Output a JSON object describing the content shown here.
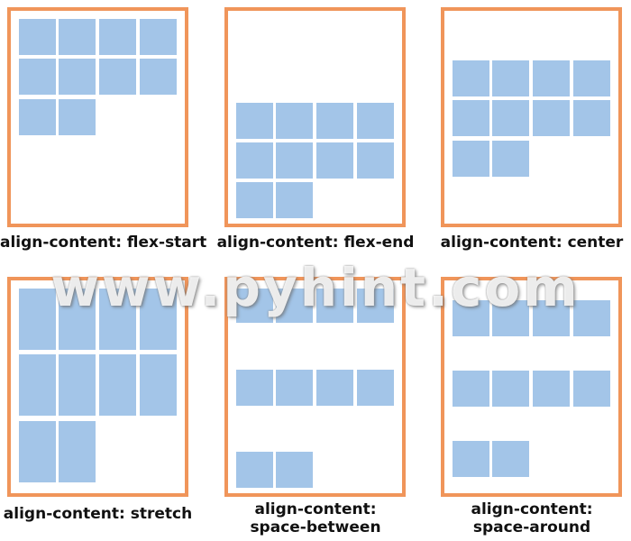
{
  "colors": {
    "border": "#f0955a",
    "cell": "#a3c5e8",
    "text": "#111111"
  },
  "watermark": "www.pyhint.com",
  "panels": [
    {
      "id": "flex-start",
      "caption": [
        "align-content: flex-start"
      ]
    },
    {
      "id": "flex-end",
      "caption": [
        "align-content: flex-end"
      ]
    },
    {
      "id": "center",
      "caption": [
        "align-content: center"
      ]
    },
    {
      "id": "stretch",
      "caption": [
        "align-content: stretch"
      ]
    },
    {
      "id": "space-between",
      "caption": [
        "align-content:",
        "space-between"
      ]
    },
    {
      "id": "space-around",
      "caption": [
        "align-content:",
        "space-around"
      ]
    }
  ]
}
